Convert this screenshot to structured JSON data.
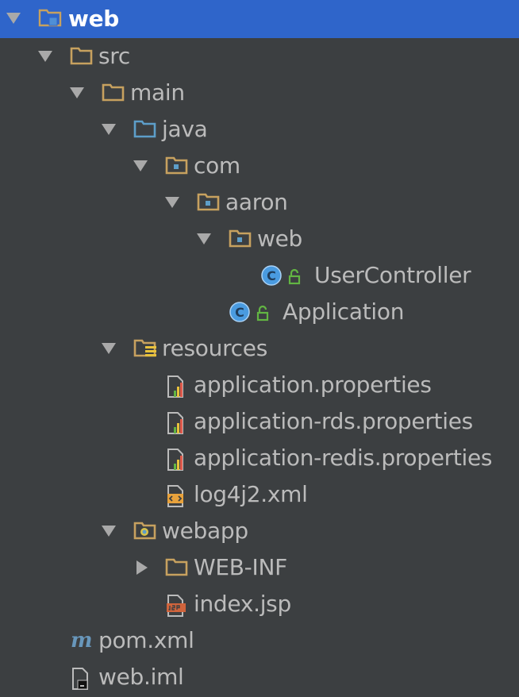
{
  "tree": {
    "root": {
      "label": "web",
      "icon": "module-folder-icon"
    },
    "src": {
      "label": "src",
      "icon": "folder-icon"
    },
    "main": {
      "label": "main",
      "icon": "folder-icon"
    },
    "java": {
      "label": "java",
      "icon": "source-root-folder-icon"
    },
    "com": {
      "label": "com",
      "icon": "package-icon"
    },
    "aaron": {
      "label": "aaron",
      "icon": "package-icon"
    },
    "web_pkg": {
      "label": "web",
      "icon": "package-icon"
    },
    "user_controller": {
      "label": "UserController",
      "icon": "java-class-icon"
    },
    "application": {
      "label": "Application",
      "icon": "java-class-icon"
    },
    "resources": {
      "label": "resources",
      "icon": "resources-root-folder-icon"
    },
    "app_props": {
      "label": "application.properties",
      "icon": "properties-file-icon"
    },
    "app_rds_props": {
      "label": "application-rds.properties",
      "icon": "properties-file-icon"
    },
    "app_redis_props": {
      "label": "application-redis.properties",
      "icon": "properties-file-icon"
    },
    "log4j2": {
      "label": "log4j2.xml",
      "icon": "xml-file-icon"
    },
    "webapp": {
      "label": "webapp",
      "icon": "web-folder-icon"
    },
    "web_inf": {
      "label": "WEB-INF",
      "icon": "folder-icon"
    },
    "index_jsp": {
      "label": "index.jsp",
      "icon": "jsp-file-icon"
    },
    "pom": {
      "label": "pom.xml",
      "icon": "maven-file-icon"
    },
    "web_iml": {
      "label": "web.iml",
      "icon": "iml-file-icon"
    }
  },
  "colors": {
    "background": "#3c3f41",
    "selection": "#2f65ca",
    "text": "#bbbbbb",
    "folder": "#c7a15f",
    "source_root": "#5d9ec9",
    "class_badge": "#4a9be0",
    "lock_green": "#62b543"
  }
}
